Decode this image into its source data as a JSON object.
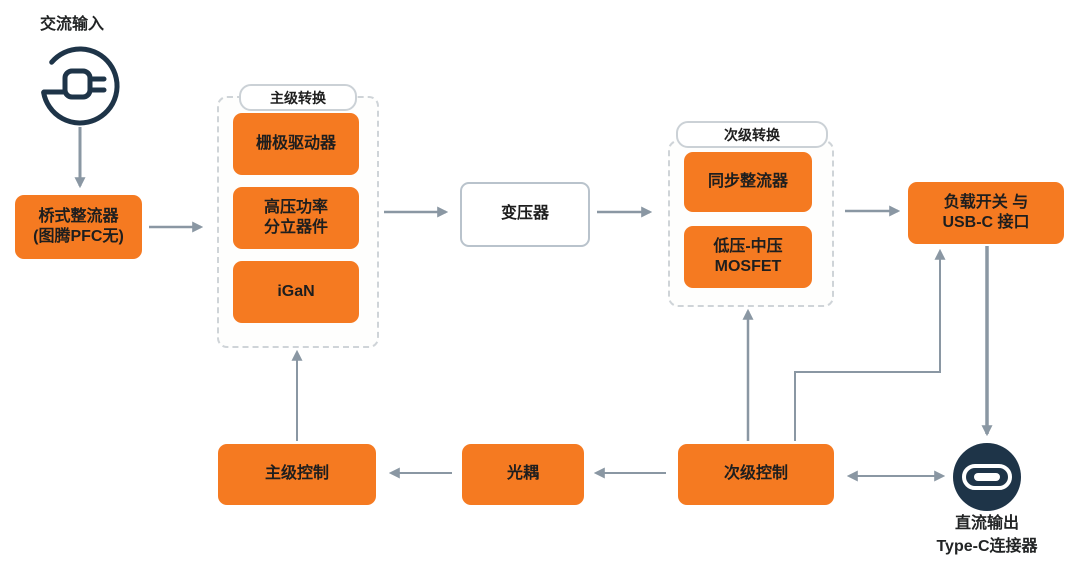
{
  "diagram": {
    "ac_input_label": "交流输入",
    "bridge_rectifier": {
      "line1": "桥式整流器",
      "line2": "(图腾PFC无)"
    },
    "primary_group": {
      "label": "主级转换",
      "gate_driver": "栅极驱动器",
      "hv_power": {
        "line1": "高压功率",
        "line2": "分立器件"
      },
      "igan": "iGaN"
    },
    "transformer_label": "变压器",
    "secondary_group": {
      "label": "次级转换",
      "sync_rectifier": "同步整流器",
      "lv_mosfet": {
        "line1": "低压-中压",
        "line2": "MOSFET"
      }
    },
    "load_switch": {
      "line1": "负载开关 与",
      "line2": "USB-C 接口"
    },
    "primary_control_label": "主级控制",
    "optocoupler_label": "光耦",
    "secondary_control_label": "次级控制",
    "dc_output": {
      "line1": "直流输出",
      "line2": "Type-C连接器"
    },
    "icons": {
      "ac_input": "ac-plug-icon",
      "dc_output": "usb-c-connector-icon"
    },
    "colors": {
      "block_orange": "#F57A21",
      "arrow_gray": "#8A97A3",
      "icon_navy": "#1E3448",
      "text_dark": "#1E1E1E",
      "group_dash_border": "#CFD4D8",
      "transformer_border": "#B9C3CC"
    }
  }
}
